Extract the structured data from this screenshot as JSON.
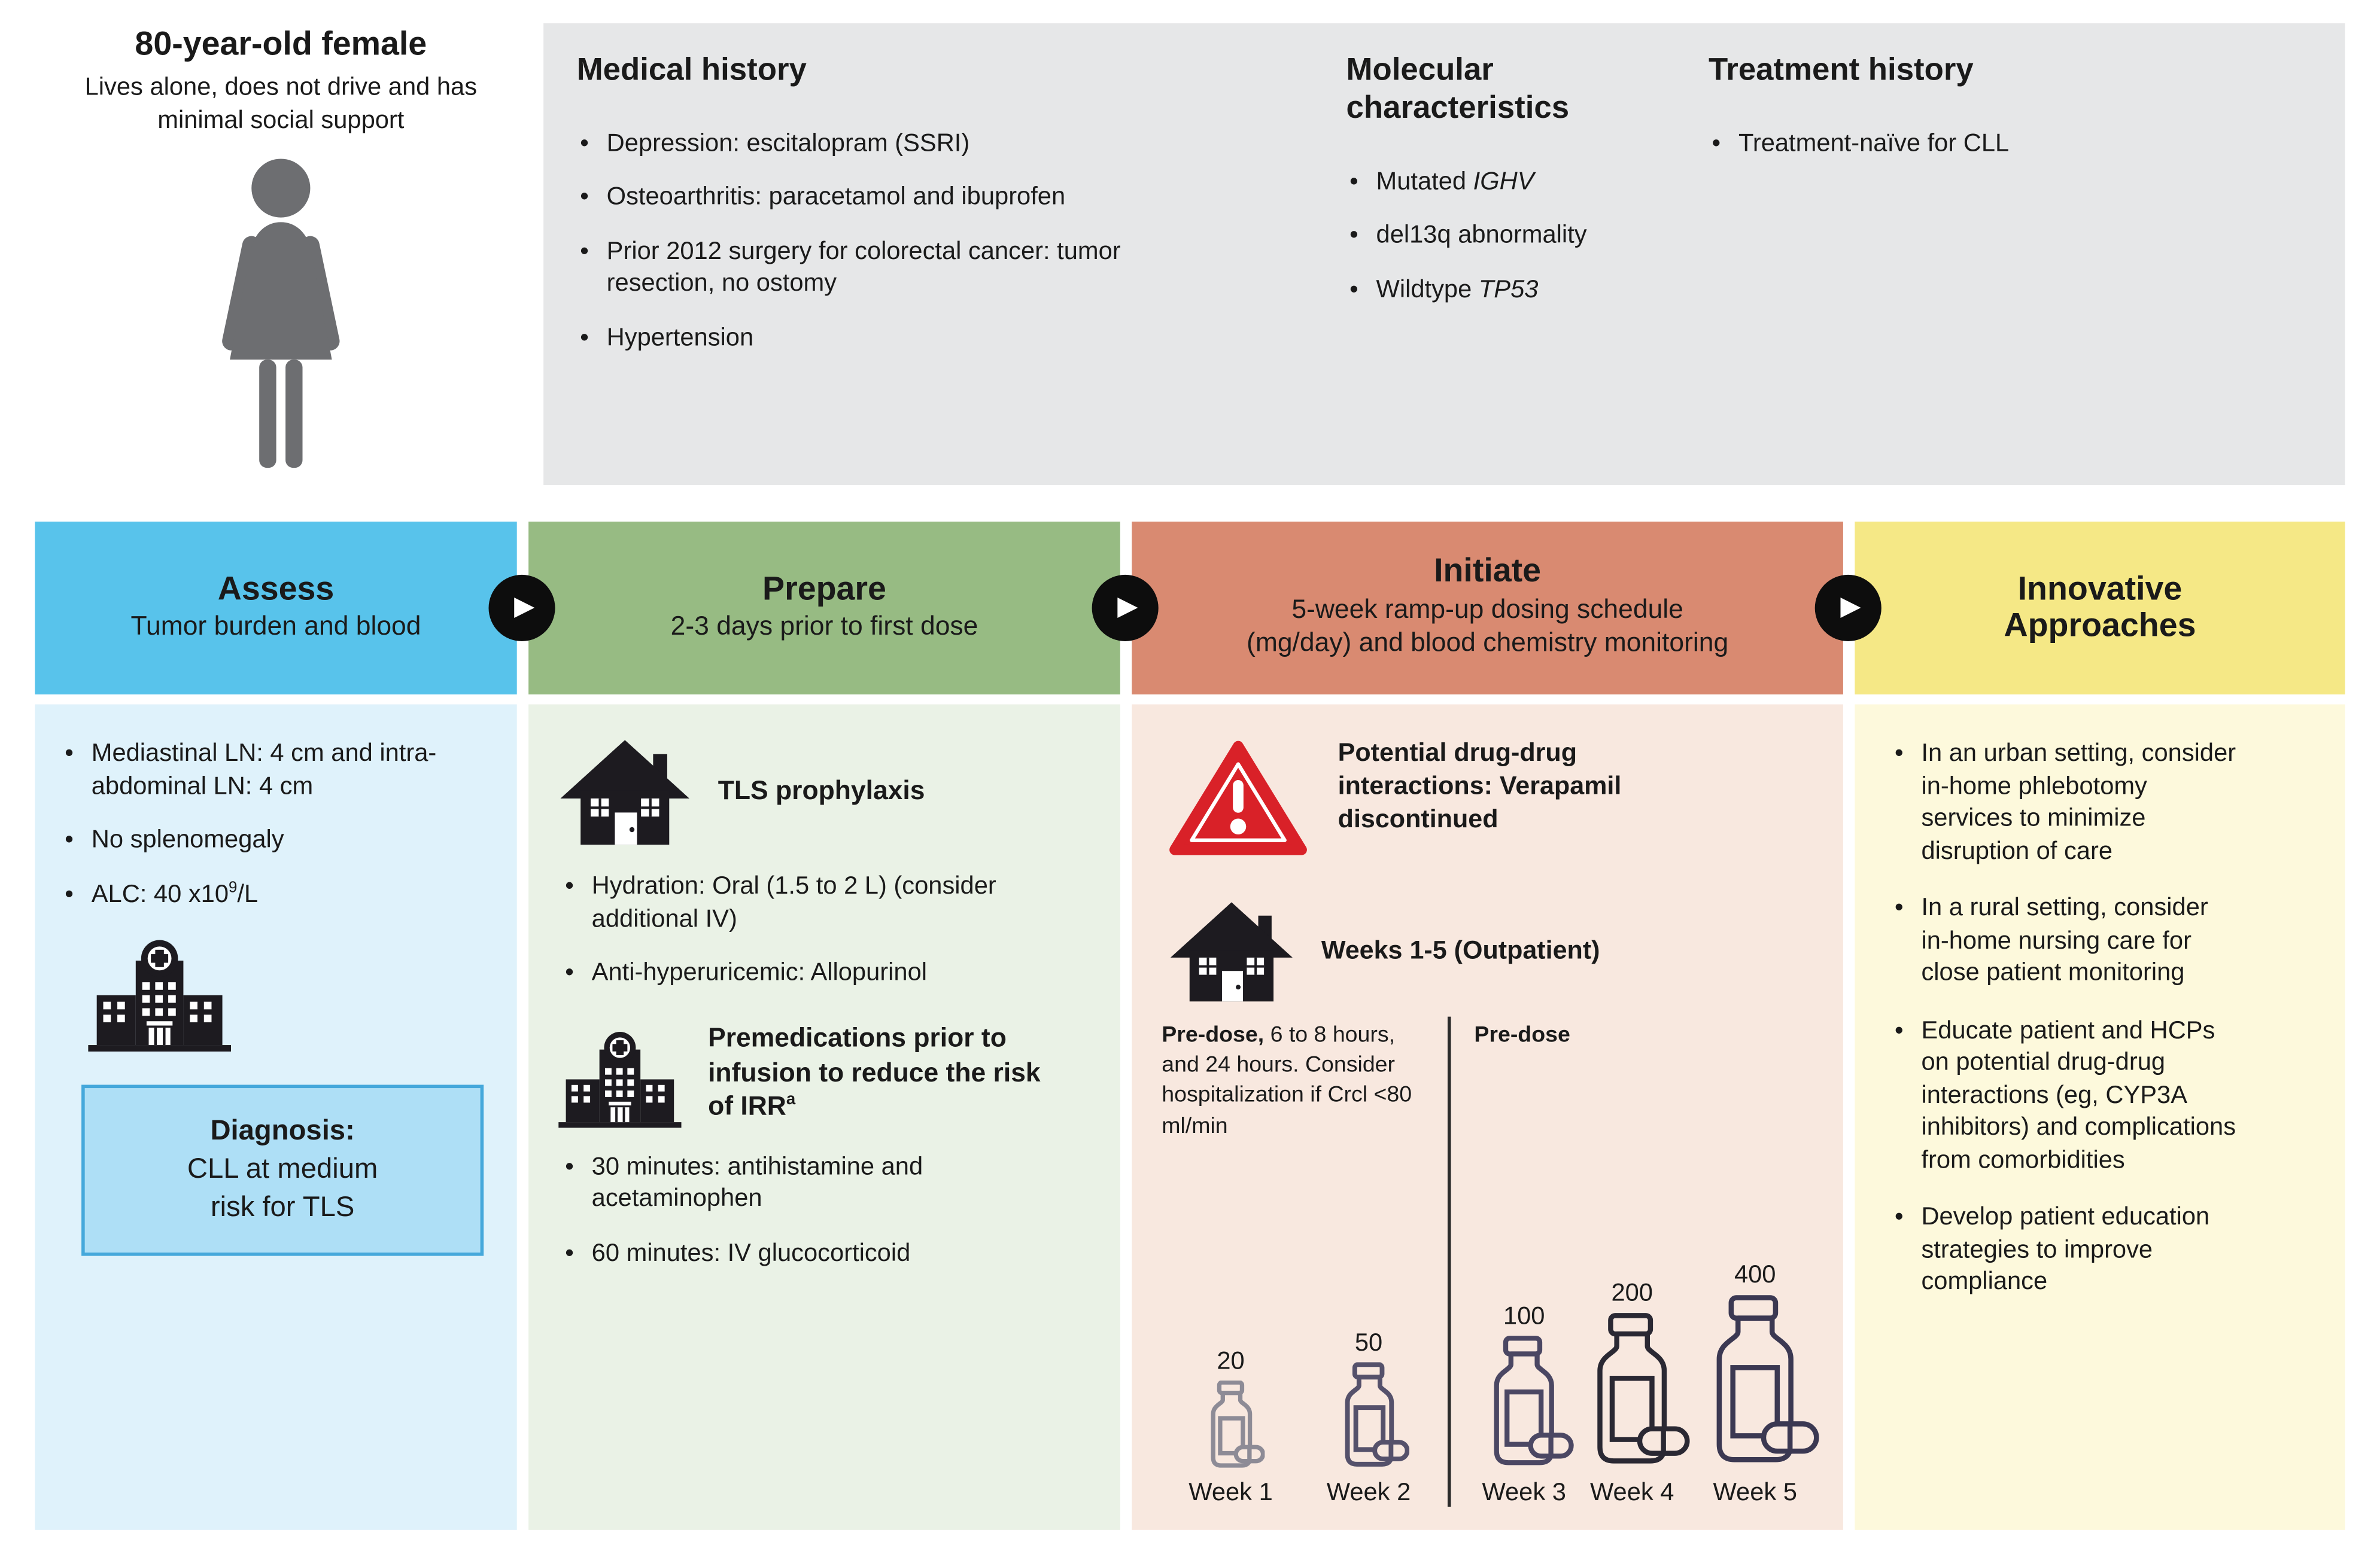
{
  "patient": {
    "title": "80-year-old female",
    "subtitle": "Lives alone, does not drive and has minimal social support",
    "icon": "female-figure-icon"
  },
  "summary": {
    "medical_history": {
      "title": "Medical history",
      "bullets": [
        "Depression: escitalopram (SSRI)",
        "Osteoarthritis: paracetamol and ibuprofen",
        "Prior 2012 surgery for colorectal cancer: tumor resection, no ostomy",
        "Hypertension"
      ]
    },
    "molecular_characteristics": {
      "title": "Molecular characteristics",
      "bullets": [
        {
          "text": "Mutated ",
          "em": "IGHV"
        },
        {
          "text": "del13q abnormality",
          "em": ""
        },
        {
          "text": "Wildtype ",
          "em": "TP53"
        }
      ]
    },
    "treatment_history": {
      "title": "Treatment history",
      "bullets": [
        "Treatment-naïve for CLL"
      ]
    }
  },
  "flow": {
    "assess": {
      "title": "Assess",
      "subtitle": "Tumor burden and blood",
      "bullets": [
        "Mediastinal LN: 4 cm and intra-abdominal LN: 4 cm",
        "No splenomegaly"
      ],
      "alc_bullet": {
        "pre": "ALC: 40 x10",
        "sup": "9",
        "post": "/L"
      },
      "icon": "hospital-icon",
      "diagnosis": {
        "label": "Diagnosis:",
        "text": "CLL at medium risk for TLS"
      }
    },
    "prepare": {
      "title": "Prepare",
      "subtitle": "2-3 days prior to first dose",
      "tls_heading": "TLS prophylaxis",
      "tls_icon": "house-icon",
      "tls_bullets": [
        "Hydration: Oral (1.5 to 2 L) (consider additional IV)",
        "Anti-hyperuricemic: Allopurinol"
      ],
      "premed_heading": {
        "text": "Premedications prior to infusion to reduce the risk of IRR",
        "sup": "a"
      },
      "premed_icon": "hospital-icon",
      "premed_bullets": [
        "30 minutes: antihistamine and acetaminophen",
        "60 minutes: IV glucocorticoid"
      ]
    },
    "initiate": {
      "title": "Initiate",
      "subtitle_lines": [
        "5-week ramp-up dosing schedule",
        "(mg/day) and blood chemistry monitoring"
      ],
      "warning_icon": "warning-triangle-icon",
      "warning_text": "Potential drug-drug interactions: Verapamil discontinued",
      "weeks_icon": "house-icon",
      "weeks_heading": "Weeks 1-5 (Outpatient)",
      "predose_left": {
        "bold": "Pre-dose,",
        "rest": "6 to 8 hours, and 24 hours. Consider hospitalization if Crcl <80 ml/min"
      },
      "predose_right": "Pre-dose",
      "schedule": [
        {
          "dose": "20",
          "week": "Week 1"
        },
        {
          "dose": "50",
          "week": "Week 2"
        },
        {
          "dose": "100",
          "week": "Week 3"
        },
        {
          "dose": "200",
          "week": "Week 4"
        },
        {
          "dose": "400",
          "week": "Week 5"
        }
      ]
    },
    "innovative": {
      "title": "Innovative Approaches",
      "bullets": [
        "In an urban setting, consider in-home phlebotomy services to minimize disruption of care",
        "In a rural setting, consider in-home nursing care for close patient monitoring",
        "Educate patient and HCPs on potential drug-drug interactions (eg, CYP3A inhibitors) and complications from comorbidities",
        "Develop patient education strategies to improve compliance"
      ]
    }
  },
  "colors": {
    "assess_header": "#58C3EB",
    "assess_body": "#DFF2FB",
    "prepare_header": "#97BB83",
    "prepare_body": "#EAF2E6",
    "initiate_header": "#D98A71",
    "initiate_body": "#F8E8DF",
    "innovative_header": "#F5E886",
    "innovative_body": "#FDF9DC",
    "summary_background": "#E6E7E8",
    "diagnosis_fill": "#AEDFF6",
    "diagnosis_border": "#45A8DB",
    "warning_red": "#D92128",
    "icon_black": "#1D1B20",
    "figure_gray": "#6D6E71"
  }
}
